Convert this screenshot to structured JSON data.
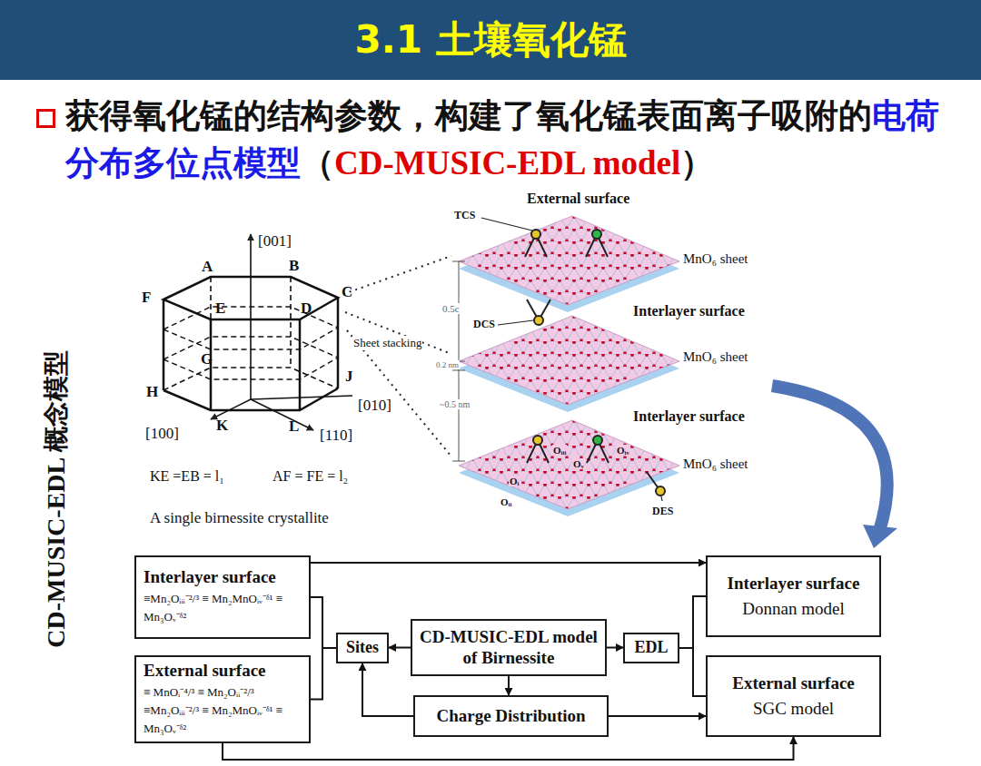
{
  "diagram": {
    "title": "3.1 土壤氧化锰",
    "nodes": [
      {
        "text": [
          "Interlayer surface",
          "≡Mn₂Oᵢᵢᵢ⁻²/³ ≡ Mn₂MnOᵢᵥ⁻ᵟ¹ ≡ Mn₃Oᵥ⁻ᵟ²"
        ]
      },
      {
        "text": [
          "External surface",
          "≡ MnOᵢ⁻⁴/³ ≡ Mn₂Oᵢᵢ⁻²/³ ≡Mn₂Oᵢᵢᵢ⁻²/³ ≡ Mn₂MnOᵢᵥ⁻ᵟ¹ ≡ Mn₃Oᵥ⁻ᵟ²"
        ]
      },
      {
        "text": [
          "Sites"
        ]
      },
      {
        "text": [
          "CD-MUSIC-EDL model of Birnessite"
        ]
      },
      {
        "text": [
          "EDL"
        ]
      },
      {
        "text": [
          "Charge Distribution"
        ]
      },
      {
        "text": [
          "Interlayer surface",
          "Donnan model"
        ]
      },
      {
        "text": [
          "External surface",
          "SGC model"
        ]
      }
    ],
    "edges": [
      {
        "from": 3,
        "to": 2,
        "arrow": "to"
      },
      {
        "from": 3,
        "to": 4,
        "arrow": "to"
      },
      {
        "from": 2,
        "to": 0,
        "arrow": "none"
      },
      {
        "from": 2,
        "to": 1,
        "arrow": "none"
      },
      {
        "from": 4,
        "to": 6,
        "arrow": "none"
      },
      {
        "from": 4,
        "to": 7,
        "arrow": "none"
      },
      {
        "from": 3,
        "to": 5,
        "arrow": "to"
      },
      {
        "from": 5,
        "to": 2,
        "arrow": "to"
      },
      {
        "from": 5,
        "to": 7,
        "arrow": "to"
      },
      {
        "from": 0,
        "to": 6,
        "arrow": "to"
      },
      {
        "from": 1,
        "to": 7,
        "arrow": "to"
      }
    ],
    "labels": [
      "获得氧化锰的结构参数，构建了氧化锰表面离子吸附的",
      "电荷分布多位点模型",
      "（",
      "CD-MUSIC-EDL model",
      "）",
      "CD-MUSIC-EDL 概念模型",
      "[001]",
      "A",
      "B",
      "F",
      "E",
      "D",
      "C",
      "G",
      "H",
      "J",
      "[010]",
      "K",
      "L",
      "[100]",
      "[110]",
      "KE =EB = l₁",
      "AF = FE = l₂",
      "A single birnessite crystallite",
      "External surface",
      "TCS",
      "MnO₆ sheet",
      "0.5c",
      "Interlayer surface",
      "DCS",
      "Sheet stacking",
      "MnO₆ sheet",
      "0.2 nm",
      "~0.5 nm",
      "Interlayer surface",
      "MnO₆ sheet",
      "Oᵢᵢᵢ",
      "Oᵢᵥ",
      "Oᵥ",
      "Oᵢ",
      "Oᵢᵢ",
      "DES"
    ]
  }
}
